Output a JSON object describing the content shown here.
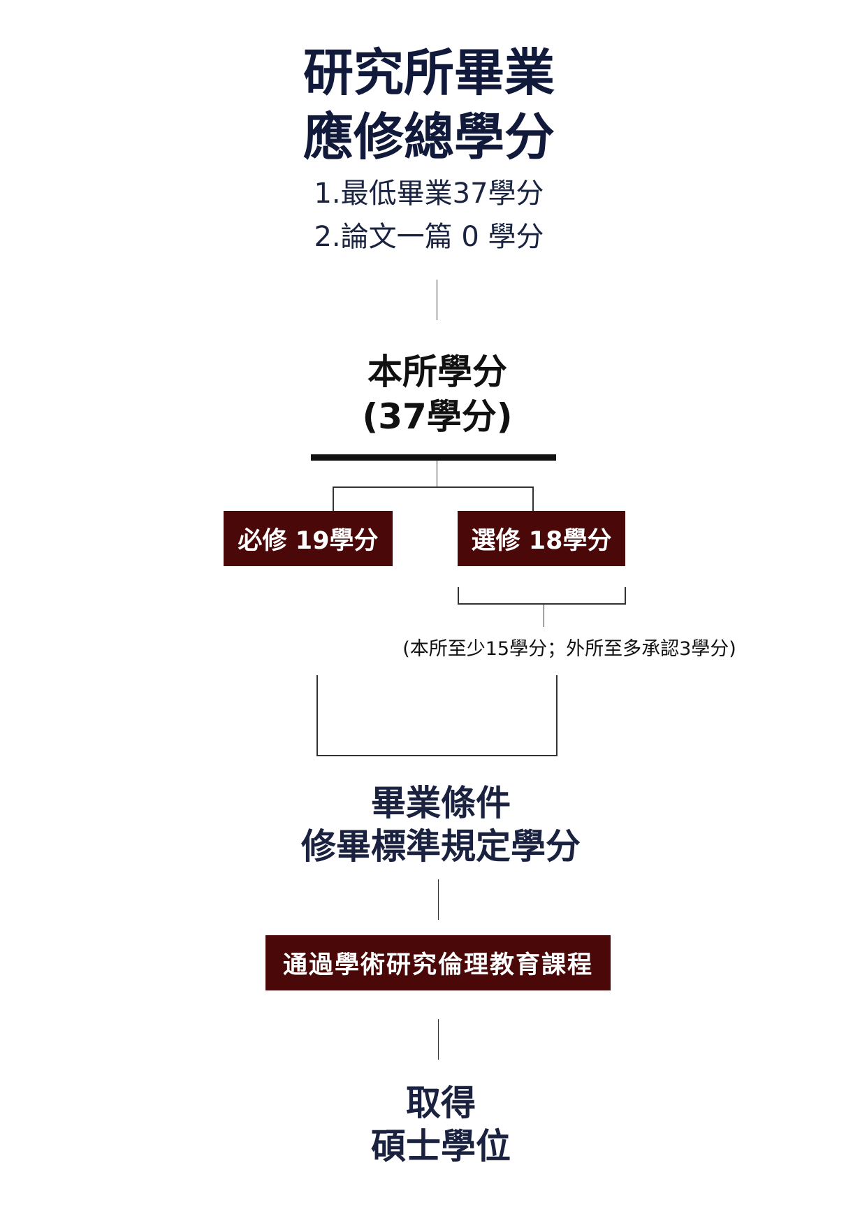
{
  "header": {
    "title_line1": "研究所畢業",
    "title_line2": "應修總學分",
    "item1": "1.最低畢業37學分",
    "item2": "2.論文一篇 0 學分"
  },
  "department": {
    "title_line1": "本所學分",
    "title_line2": "(37學分)"
  },
  "branches": {
    "required": "必修 19學分",
    "elective": "選修 18學分",
    "elective_note": "(本所至少15學分；外所至多承認3學分)"
  },
  "graduation": {
    "title_line1": "畢業條件",
    "title_line2": "修畢標準規定學分"
  },
  "ethics": {
    "label": "通過學術研究倫理教育課程"
  },
  "degree": {
    "title_line1": "取得",
    "title_line2": "碩士學位"
  },
  "colors": {
    "box_fill": "#4a0808",
    "title_navy": "#111a3a"
  }
}
